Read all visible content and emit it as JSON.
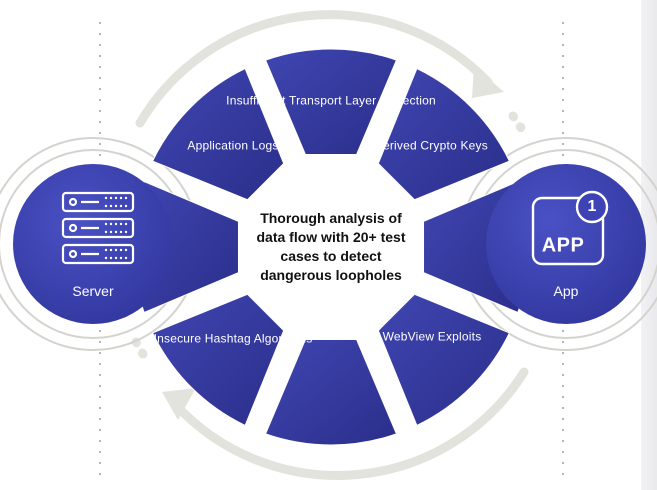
{
  "center": {
    "text": "Thorough analysis of data flow with 20+ test cases to detect dangerous loopholes"
  },
  "segments": [
    {
      "id": "top",
      "label": "Insufficient Transport Layer Protection"
    },
    {
      "id": "top-right",
      "label": "Derived Crypto Keys"
    },
    {
      "id": "right",
      "label": ""
    },
    {
      "id": "bottom-right",
      "label": "WebView Exploits"
    },
    {
      "id": "bottom",
      "label": ""
    },
    {
      "id": "bottom-left",
      "label": "Insecure Hashtag Algorithms"
    },
    {
      "id": "left",
      "label": ""
    },
    {
      "id": "top-left",
      "label": "Application Logs"
    }
  ],
  "nodes": {
    "server": {
      "label": "Server",
      "icon": "server-rack-icon"
    },
    "app": {
      "label": "App",
      "icon": "app-badge-icon",
      "icon_text": "APP",
      "badge": "1"
    }
  },
  "colors": {
    "segment_fill": "#3a3fa8",
    "segment_gradient_end": "#2b2f8f",
    "node_fill": "#3d43b4",
    "ring_gray": "#cfcfcb",
    "dotted_line": "#b7b7b7",
    "arrow_gray": "#dcdcd6"
  }
}
